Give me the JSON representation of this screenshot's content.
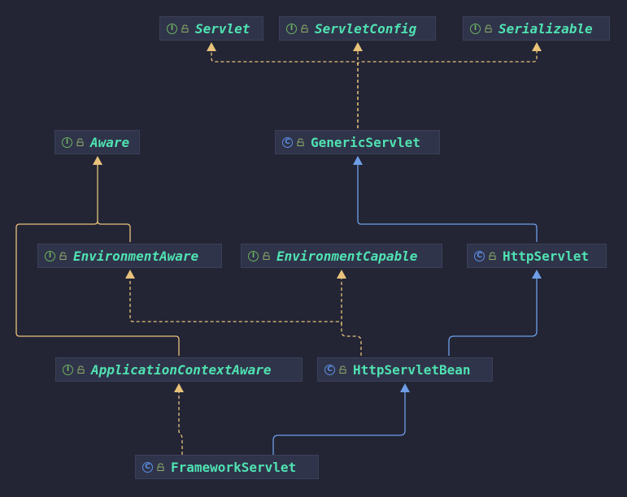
{
  "colors": {
    "background": "#232535",
    "node_fill": "#30344a",
    "label": "#4fe2b2",
    "interface_edge": "#e8c27a",
    "class_edge": "#6f9ee8",
    "interface_badge": "#6db35f",
    "class_badge": "#5c8fe6"
  },
  "nodes": [
    {
      "id": "servlet",
      "label": "Servlet",
      "kind": "interface",
      "badge": "I"
    },
    {
      "id": "servletconfig",
      "label": "ServletConfig",
      "kind": "interface",
      "badge": "I"
    },
    {
      "id": "serializable",
      "label": "Serializable",
      "kind": "interface",
      "badge": "I"
    },
    {
      "id": "aware",
      "label": "Aware",
      "kind": "interface",
      "badge": "I"
    },
    {
      "id": "genericservlet",
      "label": "GenericServlet",
      "kind": "class",
      "badge": "C"
    },
    {
      "id": "environmentaware",
      "label": "EnvironmentAware",
      "kind": "interface",
      "badge": "I"
    },
    {
      "id": "environmentcapable",
      "label": "EnvironmentCapable",
      "kind": "interface",
      "badge": "I"
    },
    {
      "id": "httpservlet",
      "label": "HttpServlet",
      "kind": "class",
      "badge": "C"
    },
    {
      "id": "applicationcontextaware",
      "label": "ApplicationContextAware",
      "kind": "interface",
      "badge": "I"
    },
    {
      "id": "httpservletbean",
      "label": "HttpServletBean",
      "kind": "class",
      "badge": "C"
    },
    {
      "id": "frameworkservlet",
      "label": "FrameworkServlet",
      "kind": "class",
      "badge": "C"
    }
  ],
  "edges": [
    {
      "from": "genericservlet",
      "to": "servlet",
      "type": "implements"
    },
    {
      "from": "genericservlet",
      "to": "servletconfig",
      "type": "implements"
    },
    {
      "from": "genericservlet",
      "to": "serializable",
      "type": "implements"
    },
    {
      "from": "httpservlet",
      "to": "genericservlet",
      "type": "extends"
    },
    {
      "from": "environmentaware",
      "to": "aware",
      "type": "extends-interface"
    },
    {
      "from": "applicationcontextaware",
      "to": "aware",
      "type": "extends-interface"
    },
    {
      "from": "httpservletbean",
      "to": "environmentaware",
      "type": "implements"
    },
    {
      "from": "httpservletbean",
      "to": "environmentcapable",
      "type": "implements"
    },
    {
      "from": "httpservletbean",
      "to": "httpservlet",
      "type": "extends"
    },
    {
      "from": "frameworkservlet",
      "to": "applicationcontextaware",
      "type": "implements"
    },
    {
      "from": "frameworkservlet",
      "to": "httpservletbean",
      "type": "extends"
    }
  ]
}
